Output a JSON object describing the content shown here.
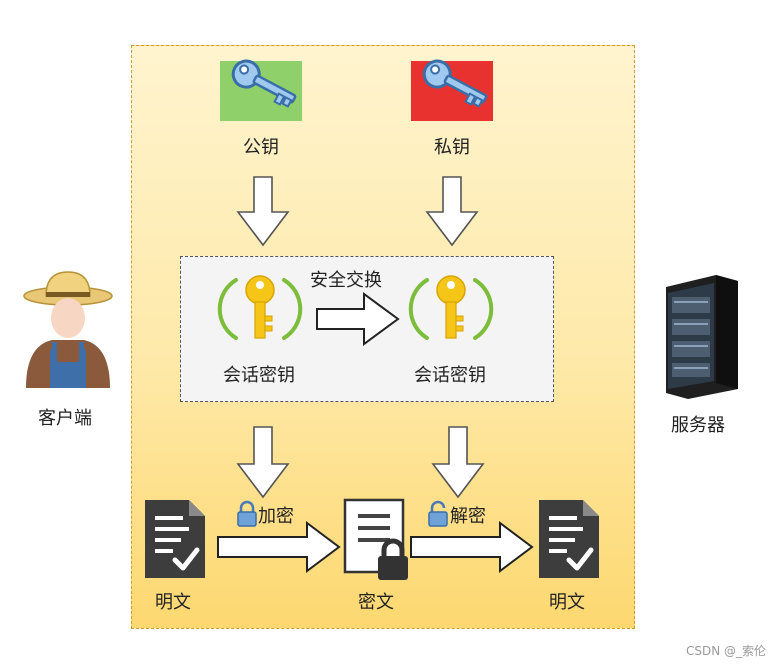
{
  "nodes": {
    "public_key_label": "公钥",
    "private_key_label": "私钥",
    "secure_exchange_label": "安全交换",
    "session_key_client_label": "会话密钥",
    "session_key_server_label": "会话密钥",
    "encrypt_label": "加密",
    "decrypt_label": "解密",
    "plaintext_left_label": "明文",
    "ciphertext_label": "密文",
    "plaintext_right_label": "明文",
    "client_label": "客户端",
    "server_label": "服务器"
  },
  "colors": {
    "public_key_bg": "#8fd06a",
    "private_key_bg": "#e8322f",
    "session_key_gold": "#f5c518",
    "session_ring_green": "#7cbd3c",
    "panel_border": "#d39a2e"
  },
  "icons": [
    "key-icon",
    "golden-key-icon",
    "document-check-icon",
    "locked-document-icon",
    "lock-icon",
    "farmer-avatar-icon",
    "server-rack-icon"
  ],
  "watermark": "CSDN @_索伦"
}
